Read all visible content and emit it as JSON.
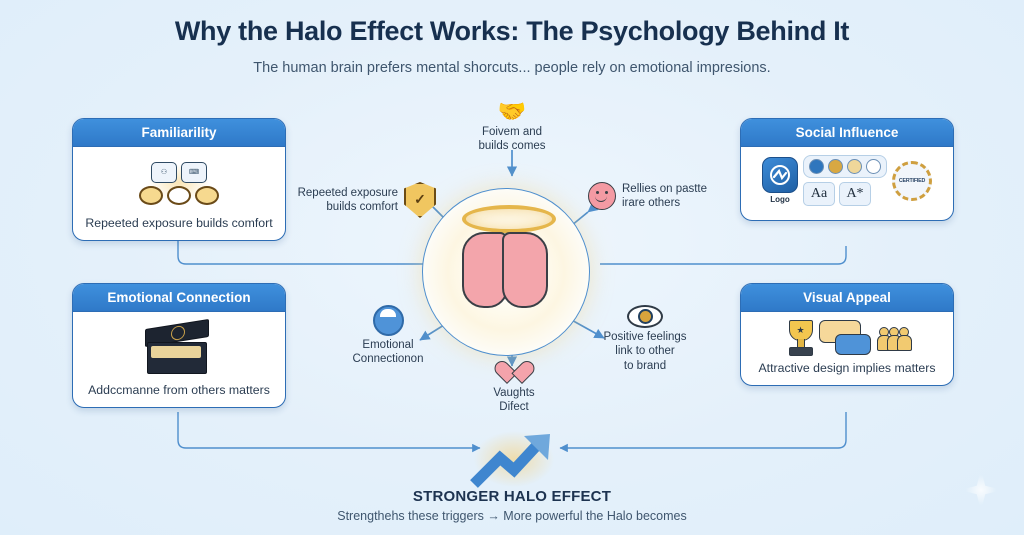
{
  "header": {
    "title": "Why the Halo Effect Works: The Psychology Behind It",
    "subtitle": "The human brain prefers mental shorcuts... people rely on emotional impresions."
  },
  "cards": [
    {
      "id": "familiarity",
      "title": "Familiarility",
      "caption": "Repeeted exposure builds comfort",
      "icon": "chat-tiles-rings-icon"
    },
    {
      "id": "social-influence",
      "title": "Social Influence",
      "caption": "",
      "icon": "brand-kit-icon",
      "logo_label": "Logo",
      "swatches": [
        "#2f76bd",
        "#d8a842",
        "#efd79a",
        "#ffffff"
      ],
      "type_samples": [
        "Aa",
        "A*"
      ],
      "badge_label": "CERTIFIED"
    },
    {
      "id": "emotional-connection",
      "title": "Emotional Connection",
      "caption": "Addccmanne from others matters",
      "icon": "treasure-box-icon"
    },
    {
      "id": "visual-appeal",
      "title": "Visual Appeal",
      "caption": "Attractive design implies matters",
      "icon": "trophy-bubbles-people-icon"
    }
  ],
  "hub": {
    "icon": "brain-with-halo-icon",
    "halo_color": "#e5b64b",
    "brain_color": "#f3a5ab"
  },
  "satellites": [
    {
      "id": "top",
      "icon": "handshake-icon",
      "line1": "Foivem and",
      "line2": "builds comes",
      "line3": ""
    },
    {
      "id": "left",
      "icon": "shield-check-icon",
      "line1": "Repeeted exposure",
      "line2": "builds comfort",
      "line3": ""
    },
    {
      "id": "right",
      "icon": "smiley-face-icon",
      "line1": "Rellies on pastte",
      "line2": "irare others",
      "line3": ""
    },
    {
      "id": "bottom-left",
      "icon": "person-face-icon",
      "line1": "Emotional",
      "line2": "Connectionon",
      "line3": ""
    },
    {
      "id": "bottom-right",
      "icon": "eye-icon",
      "line1": "Positive feelings",
      "line2": "link to other",
      "line3": "to brand"
    },
    {
      "id": "bottom",
      "icon": "heart-icon",
      "line1": "Vaughts",
      "line2": "Difect",
      "line3": ""
    }
  ],
  "footer": {
    "icon": "rising-arrow-icon",
    "title": "STRONGER HALO EFFECT",
    "subtitle": "Strengthehs these triggers → More powerful the Halo becomes"
  },
  "colors": {
    "background": "#e9f3fb",
    "card_border": "#2d6db5",
    "card_header_top": "#3f90dd",
    "card_header_bottom": "#2f79c8",
    "connector": "#4f8fcd",
    "title_text": "#17304f",
    "gold": "#e5b64b"
  }
}
